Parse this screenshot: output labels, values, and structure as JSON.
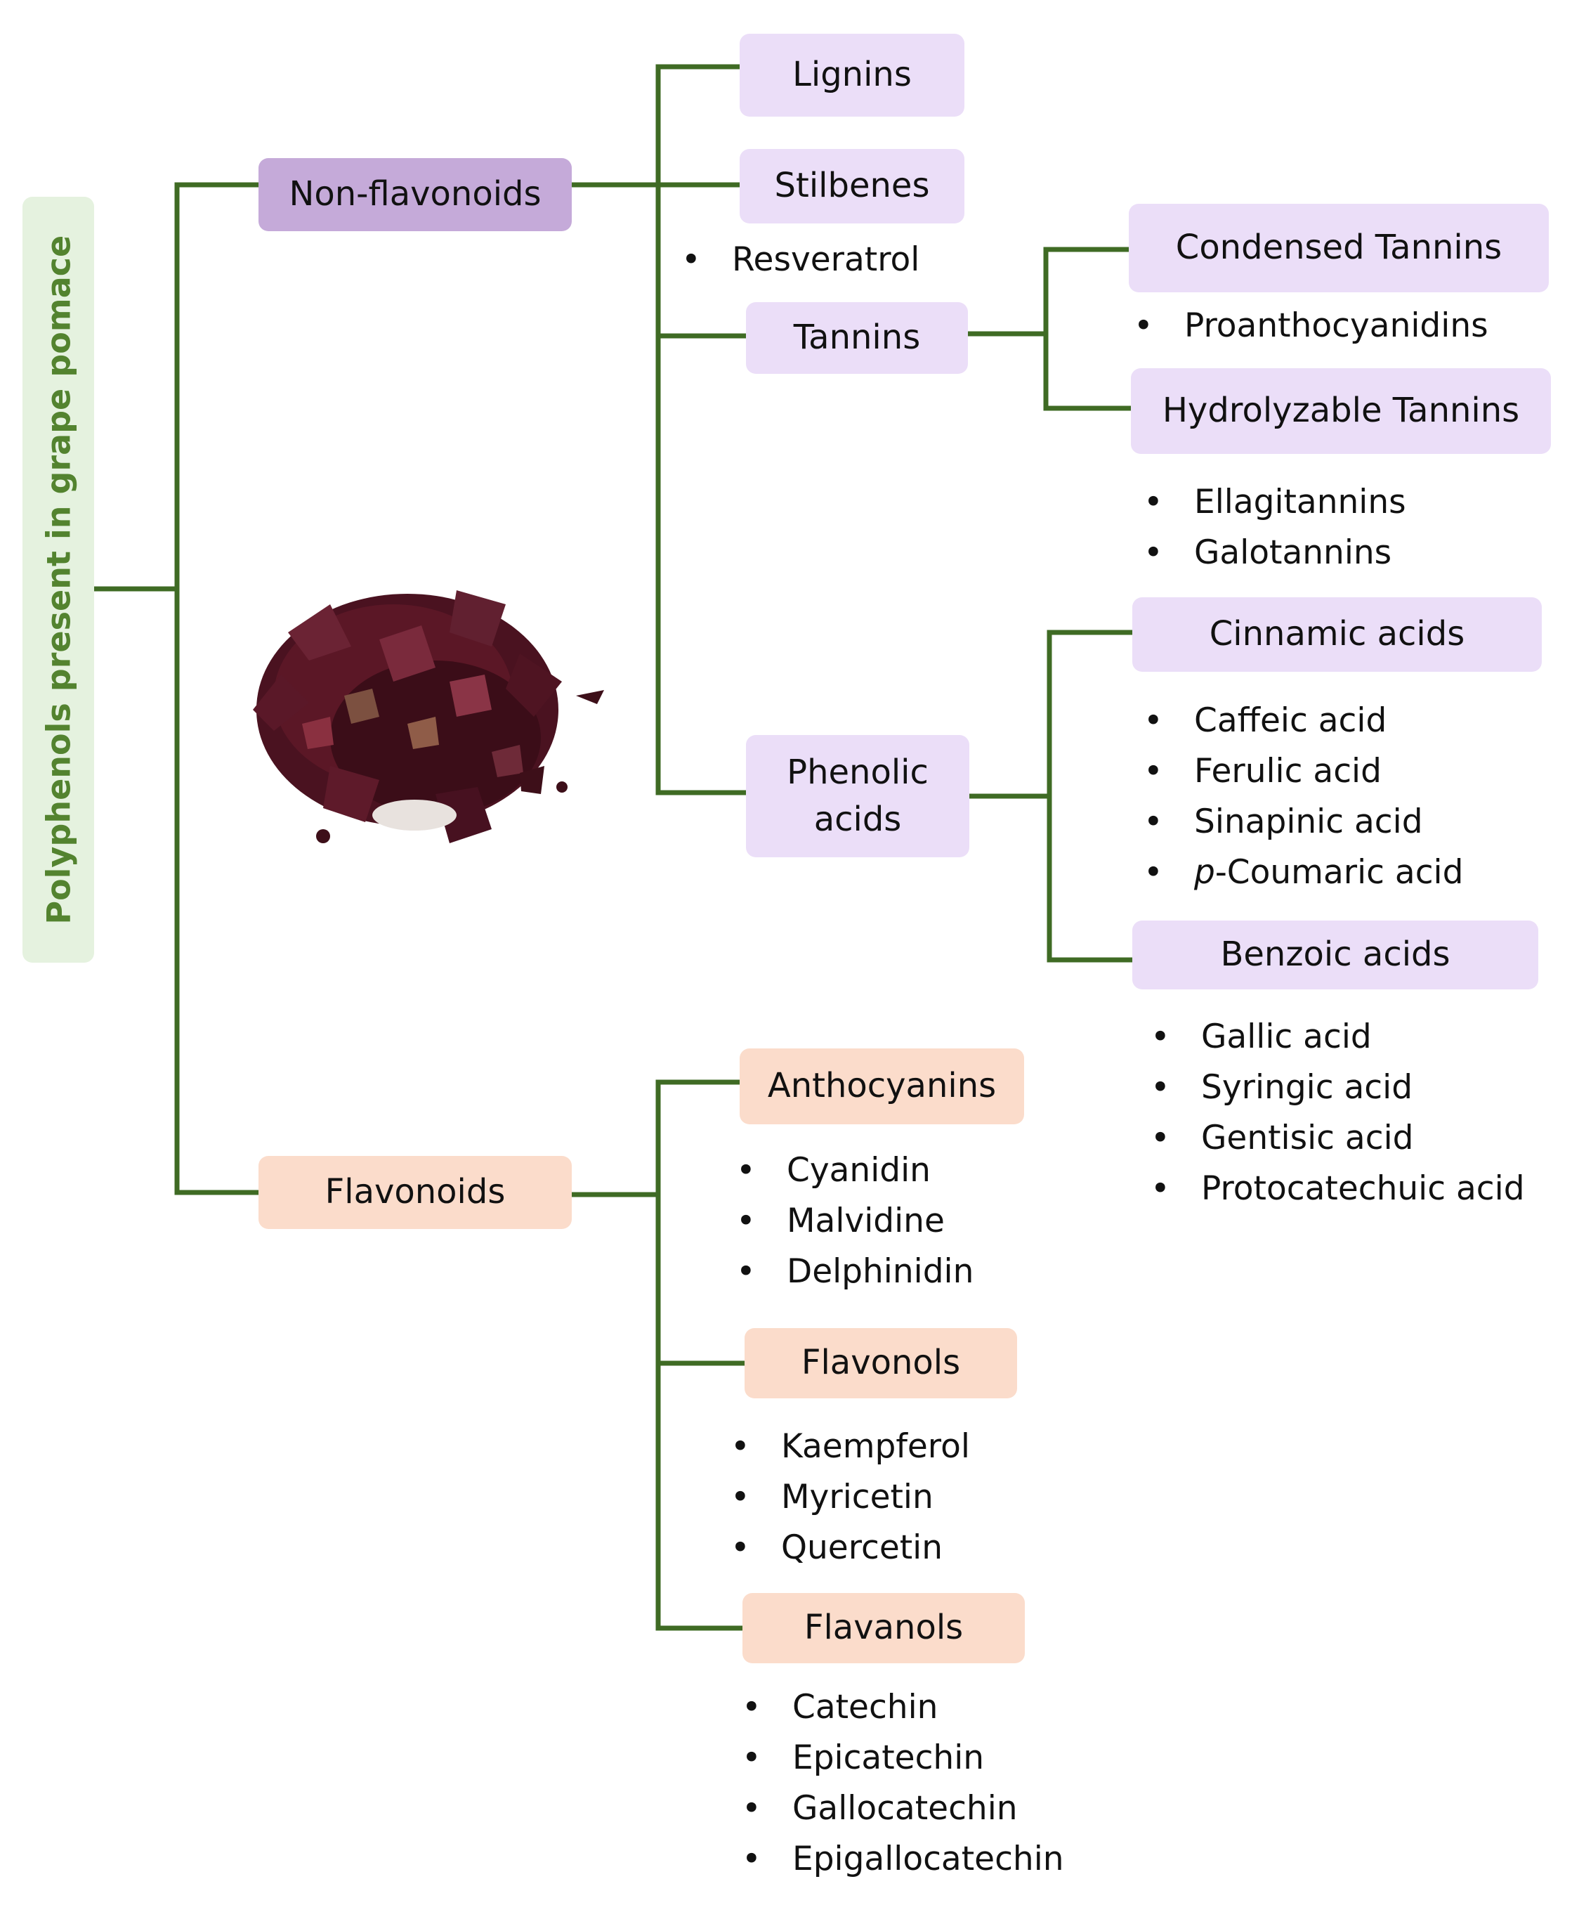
{
  "root": {
    "label": "Polyphenols present in grape pomace"
  },
  "non_flavonoids": {
    "label": "Non-flavonoids",
    "lignins": {
      "label": "Lignins"
    },
    "stilbenes": {
      "label": "Stilbenes",
      "items": [
        "Resveratrol"
      ]
    },
    "tannins": {
      "label": "Tannins",
      "condensed": {
        "label": "Condensed Tannins",
        "items": [
          "Proanthocyanidins"
        ]
      },
      "hydrolyzable": {
        "label": "Hydrolyzable Tannins",
        "items": [
          "Ellagitannins",
          "Galotannins"
        ]
      }
    },
    "phenolic_acids": {
      "label": "Phenolic acids",
      "cinnamic": {
        "label": "Cinnamic acids",
        "items": [
          "Caffeic acid",
          "Ferulic acid",
          "Sinapinic acid",
          "-Coumaric acid"
        ],
        "italic_prefix": "p"
      },
      "benzoic": {
        "label": "Benzoic acids",
        "items": [
          "Gallic acid",
          "Syringic acid",
          "Gentisic acid",
          "Protocatechuic acid"
        ]
      }
    }
  },
  "flavonoids": {
    "label": "Flavonoids",
    "anthocyanins": {
      "label": "Anthocyanins",
      "items": [
        "Cyanidin",
        "Malvidine",
        "Delphinidin"
      ]
    },
    "flavonols": {
      "label": "Flavonols",
      "items": [
        "Kaempferol",
        "Myricetin",
        "Quercetin"
      ]
    },
    "flavanols": {
      "label": "Flavanols",
      "items": [
        "Catechin",
        "Epicatechin",
        "Gallocatechin",
        "Epigallocatechin"
      ]
    }
  },
  "colors": {
    "connector": "#3f6b24",
    "root_fill": "#e5f2df",
    "root_text": "#53832f",
    "non_flavonoid_main": "#c5aad9",
    "non_flavonoid_sub": "#ebdef8",
    "flavonoid_fill": "#fbdccb",
    "pomace": "#5b1726"
  }
}
